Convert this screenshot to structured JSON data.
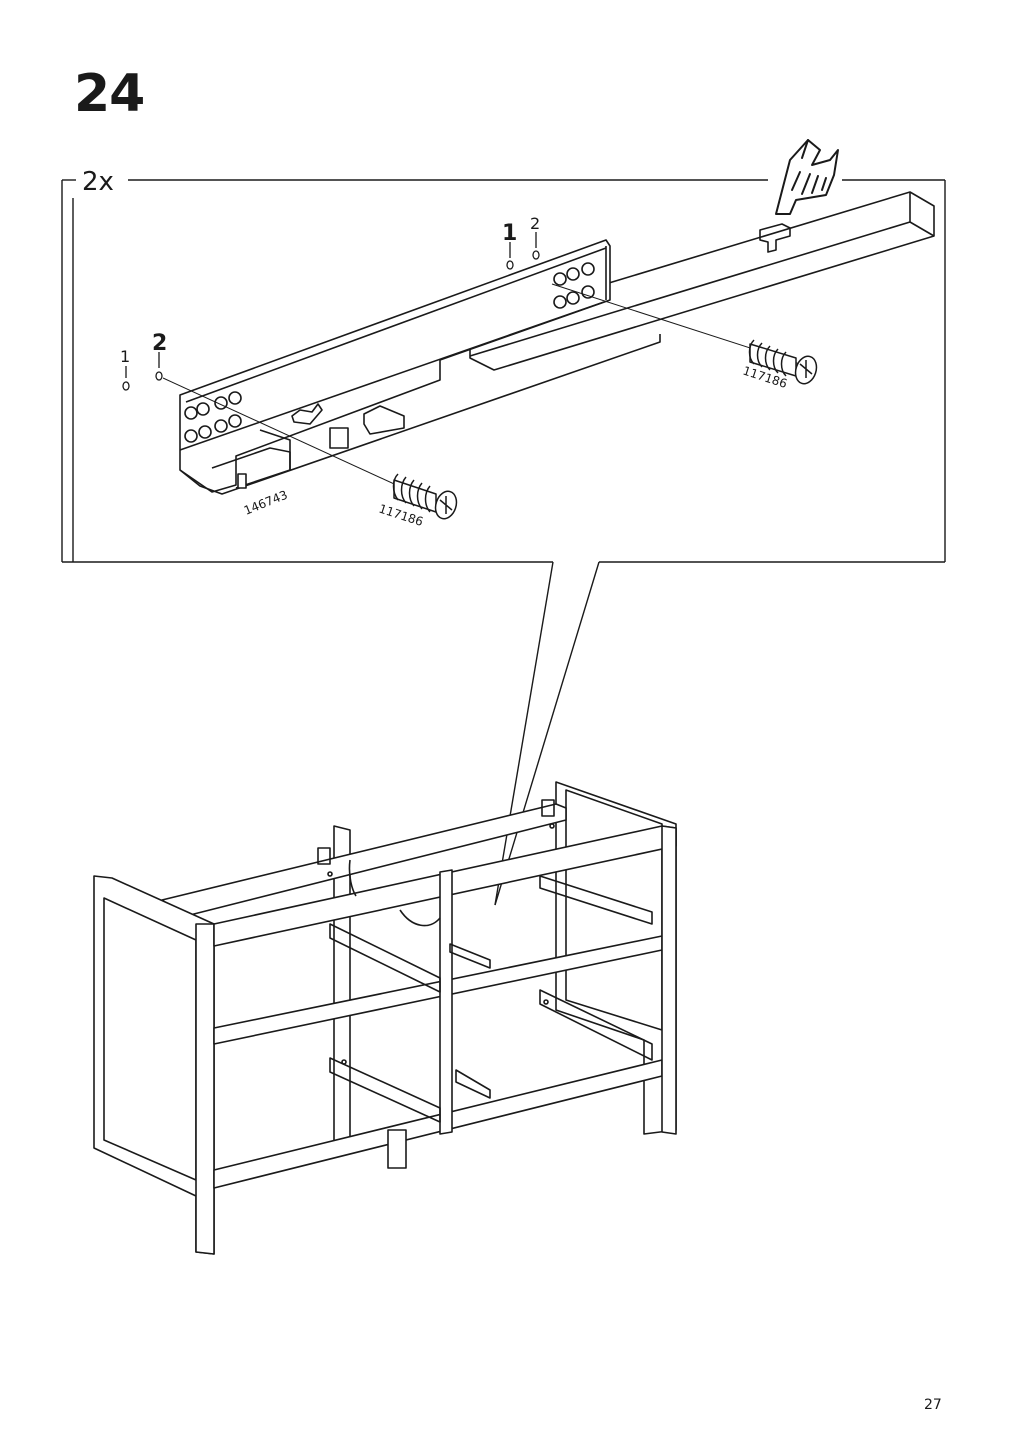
{
  "step": {
    "number": "24",
    "quantity": "2x"
  },
  "detail": {
    "part_number_rail": "146743",
    "part_number_screw_left": "117186",
    "part_number_screw_right": "117186",
    "left_order_primary": "2",
    "left_order_secondary": "1",
    "right_order_primary": "1",
    "right_order_secondary": "2"
  },
  "icons": {
    "hand": "pointing-hand-icon"
  },
  "page": {
    "number": "27"
  },
  "colors": {
    "ink": "#1a1a1a",
    "paper": "#ffffff"
  }
}
